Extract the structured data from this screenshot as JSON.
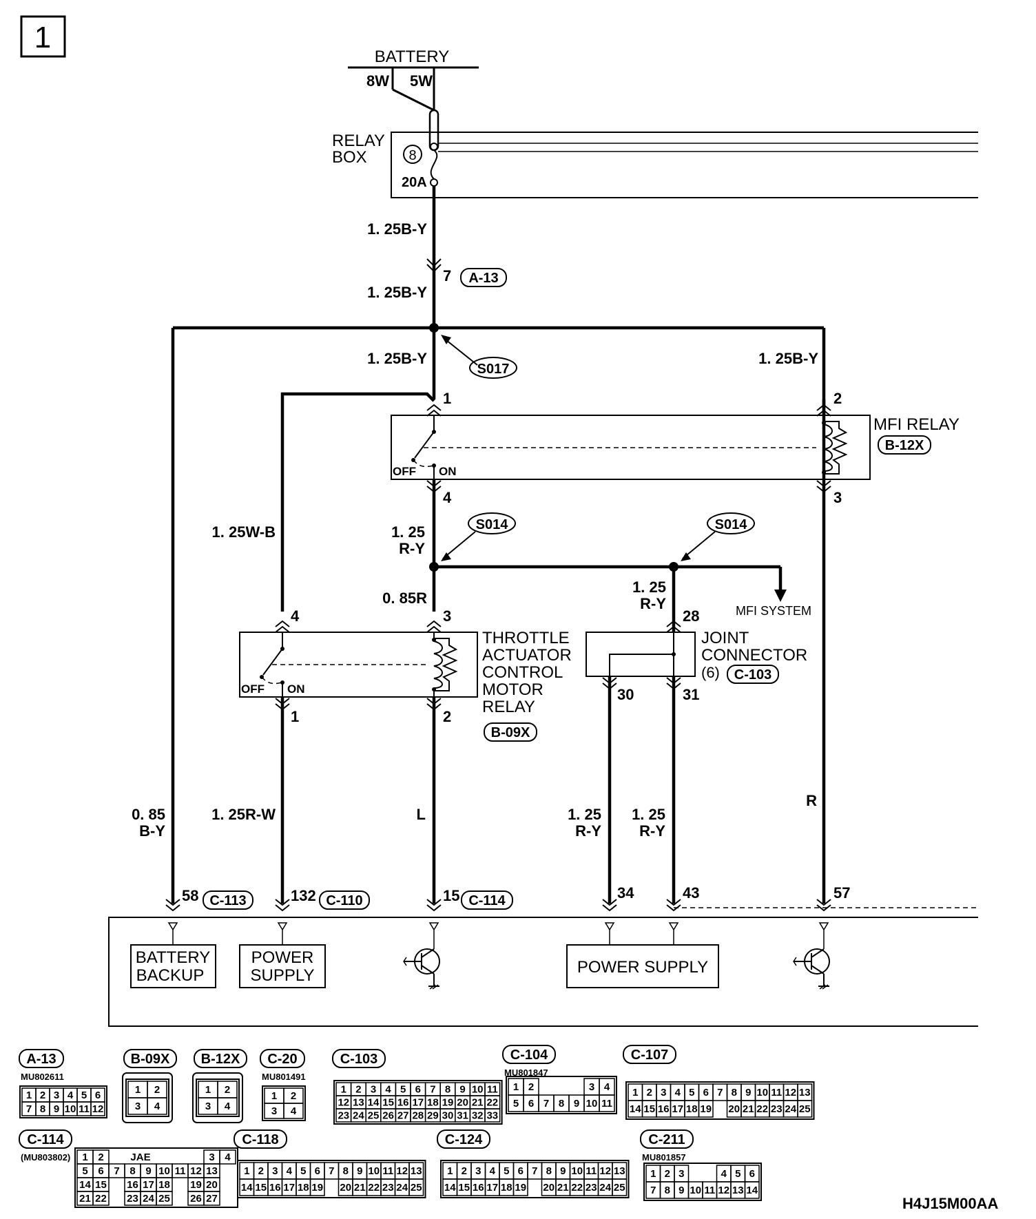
{
  "page_number": "1",
  "figure_code": "H4J15M00AA",
  "battery": {
    "label": "BATTERY",
    "wire_left": "8W",
    "wire_right": "5W"
  },
  "relay_box": {
    "label_1": "RELAY",
    "label_2": "BOX",
    "fuse_no": "8",
    "fuse_rating": "20A"
  },
  "wires": {
    "w1": "1. 25B-Y",
    "w2": "1. 25B-Y",
    "w3": "1. 25B-Y",
    "w4": "1. 25B-Y",
    "w5": "1. 25W-B",
    "w6a": "1. 25",
    "w6b": "R-Y",
    "w7": "0. 85R",
    "w8a": "1. 25",
    "w8b": "R-Y",
    "w9a": "0. 85",
    "w9b": "B-Y",
    "w10": "1. 25R-W",
    "w11": "L",
    "w12a": "1. 25",
    "w12b": "R-Y",
    "w13a": "1. 25",
    "w13b": "R-Y",
    "w14": "R"
  },
  "connectors": {
    "a13_pin": "7",
    "a13": "A-13",
    "s017": "S017",
    "s014": "S014",
    "mfi_pin1": "1",
    "mfi_pin2": "2",
    "mfi_pin3": "3",
    "mfi_pin4": "4",
    "tac_pin4": "4",
    "tac_pin3": "3",
    "tac_pin1": "1",
    "tac_pin2": "2",
    "jc_pin28": "28",
    "jc_pin30": "30",
    "jc_pin31": "31",
    "ecu_pin58": "58",
    "c113": "C-113",
    "ecu_pin132": "132",
    "c110": "C-110",
    "ecu_pin15": "15",
    "c114": "C-114",
    "ecu_pin34": "34",
    "ecu_pin43": "43",
    "ecu_pin57": "57"
  },
  "mfi_relay": {
    "label": "MFI RELAY",
    "ref": "B-12X",
    "off": "OFF",
    "on": "ON"
  },
  "tac_relay": {
    "line1": "THROTTLE",
    "line2": "ACTUATOR",
    "line3": "CONTROL",
    "line4": "MOTOR",
    "line5": "RELAY",
    "ref": "B-09X",
    "off": "OFF",
    "on": "ON"
  },
  "joint_connector": {
    "line1": "JOINT",
    "line2": "CONNECTOR",
    "line3": "(6)",
    "ref": "C-103"
  },
  "mfi_system": "MFI SYSTEM",
  "ecu": {
    "battery_backup_1": "BATTERY",
    "battery_backup_2": "BACKUP",
    "power_supply_1": "POWER",
    "power_supply_2": "SUPPLY",
    "power_supply_main": "POWER SUPPLY"
  },
  "legend": [
    {
      "id": "A-13",
      "part": "MU802611",
      "rows": [
        [
          "1",
          "2",
          "3",
          "4",
          "5",
          "6"
        ],
        [
          "7",
          "8",
          "9",
          "10",
          "11",
          "12"
        ]
      ]
    },
    {
      "id": "B-09X",
      "part": "",
      "rows": [
        [
          "1",
          "2"
        ],
        [
          "3",
          "4"
        ]
      ]
    },
    {
      "id": "B-12X",
      "part": "",
      "rows": [
        [
          "1",
          "2"
        ],
        [
          "3",
          "4"
        ]
      ]
    },
    {
      "id": "C-20",
      "part": "MU801491",
      "rows": [
        [
          "1",
          "2"
        ],
        [
          "3",
          "4"
        ]
      ]
    },
    {
      "id": "C-103",
      "part": "",
      "rows": [
        [
          "1",
          "2",
          "3",
          "4",
          "5",
          "6",
          "7",
          "8",
          "9",
          "10",
          "11"
        ],
        [
          "12",
          "13",
          "14",
          "15",
          "16",
          "17",
          "18",
          "19",
          "20",
          "21",
          "22"
        ],
        [
          "23",
          "24",
          "25",
          "26",
          "27",
          "28",
          "29",
          "30",
          "31",
          "32",
          "33"
        ]
      ]
    },
    {
      "id": "C-104",
      "part": "MU801847",
      "rows": [
        [
          "1",
          "2",
          "",
          "",
          "",
          "3",
          "4"
        ],
        [
          "5",
          "6",
          "7",
          "8",
          "9",
          "10",
          "11"
        ]
      ]
    },
    {
      "id": "C-107",
      "part": "",
      "rows": [
        [
          "1",
          "2",
          "3",
          "4",
          "5",
          "6",
          "7",
          "8",
          "9",
          "10",
          "11",
          "12",
          "13"
        ],
        [
          "14",
          "15",
          "16",
          "17",
          "18",
          "19",
          "",
          "20",
          "21",
          "22",
          "23",
          "24",
          "25"
        ]
      ]
    },
    {
      "id": "C-114",
      "part": "(MU803802)",
      "jae": "JAE",
      "rows": [
        [
          "1",
          "2",
          "",
          "",
          "",
          "",
          "",
          "",
          "3",
          "4"
        ],
        [
          "5",
          "6",
          "7",
          "8",
          "9",
          "10",
          "11",
          "12",
          "13"
        ],
        [
          "14",
          "15",
          "",
          "16",
          "17",
          "18",
          "",
          "19",
          "20"
        ],
        [
          "21",
          "22",
          "",
          "23",
          "24",
          "25",
          "",
          "26",
          "27"
        ]
      ]
    },
    {
      "id": "C-118",
      "part": "",
      "rows": [
        [
          "1",
          "2",
          "3",
          "4",
          "5",
          "6",
          "7",
          "8",
          "9",
          "10",
          "11",
          "12",
          "13"
        ],
        [
          "14",
          "15",
          "16",
          "17",
          "18",
          "19",
          "",
          "20",
          "21",
          "22",
          "23",
          "24",
          "25"
        ]
      ]
    },
    {
      "id": "C-124",
      "part": "",
      "rows": [
        [
          "1",
          "2",
          "3",
          "4",
          "5",
          "6",
          "7",
          "8",
          "9",
          "10",
          "11",
          "12",
          "13"
        ],
        [
          "14",
          "15",
          "16",
          "17",
          "18",
          "19",
          "",
          "20",
          "21",
          "22",
          "23",
          "24",
          "25"
        ]
      ]
    },
    {
      "id": "C-211",
      "part": "MU801857",
      "rows": [
        [
          "1",
          "2",
          "3",
          "",
          "",
          "4",
          "5",
          "6"
        ],
        [
          "7",
          "8",
          "9",
          "10",
          "11",
          "12",
          "13",
          "14"
        ]
      ]
    }
  ]
}
